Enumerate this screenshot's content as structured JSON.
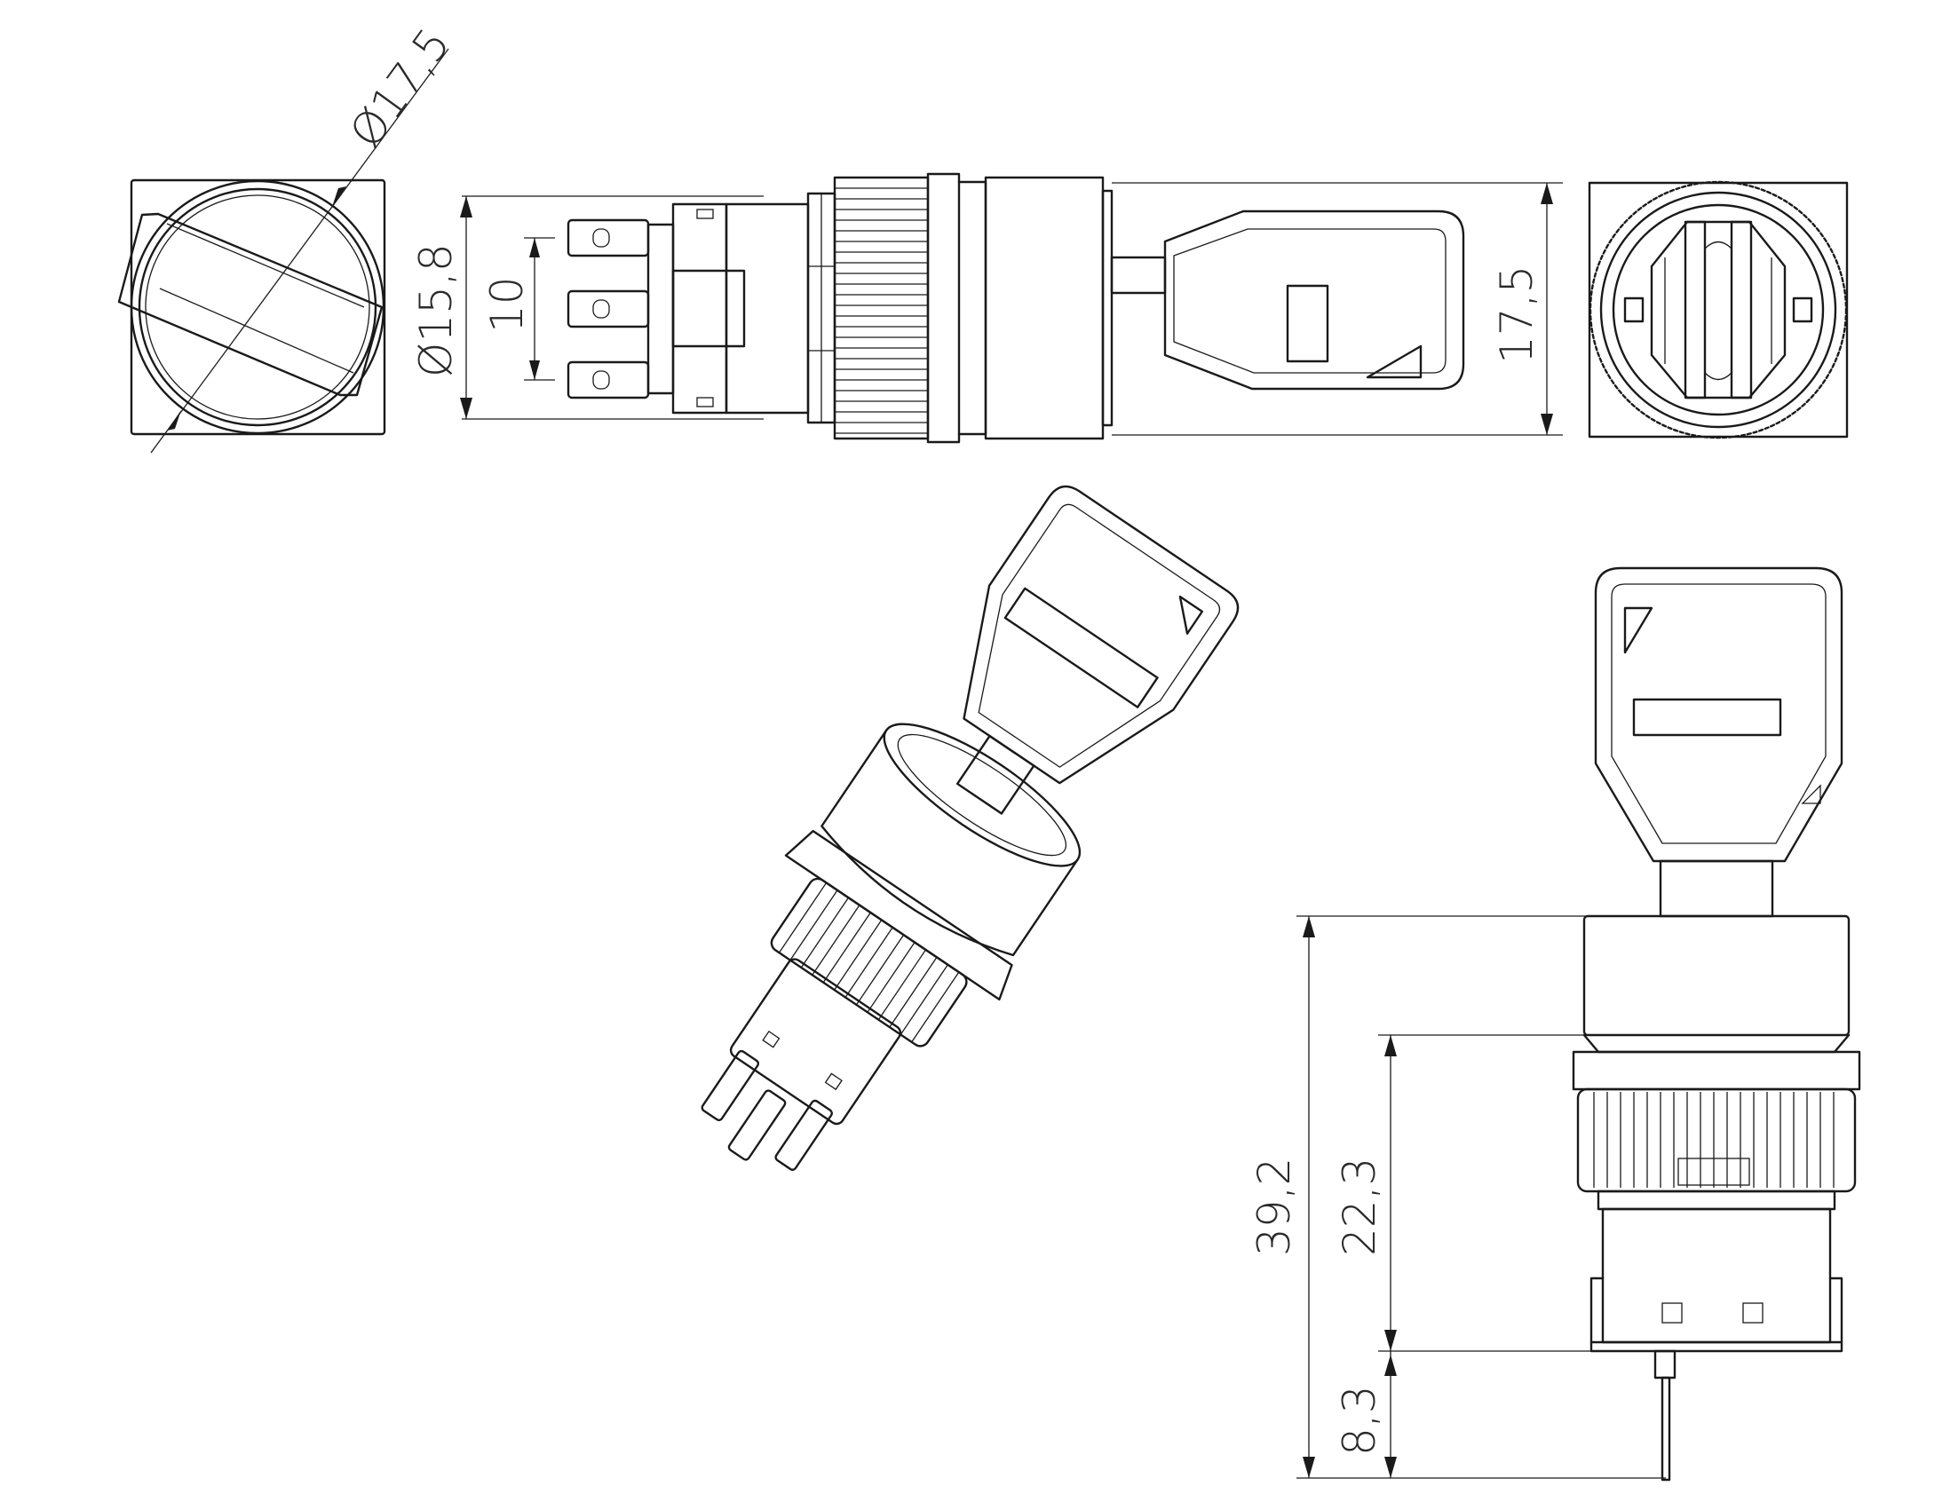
{
  "colors": {
    "line": "#1a1a1a",
    "text": "#2a2a2a",
    "background": "#ffffff"
  },
  "dimensions": {
    "outer_diameter": "Ø17,5",
    "body_diameter": "Ø15,8",
    "terminal_pitch": "10",
    "key_width": "17,5",
    "total_length": "39,2",
    "body_length": "22,3",
    "terminal_length": "8,3"
  }
}
